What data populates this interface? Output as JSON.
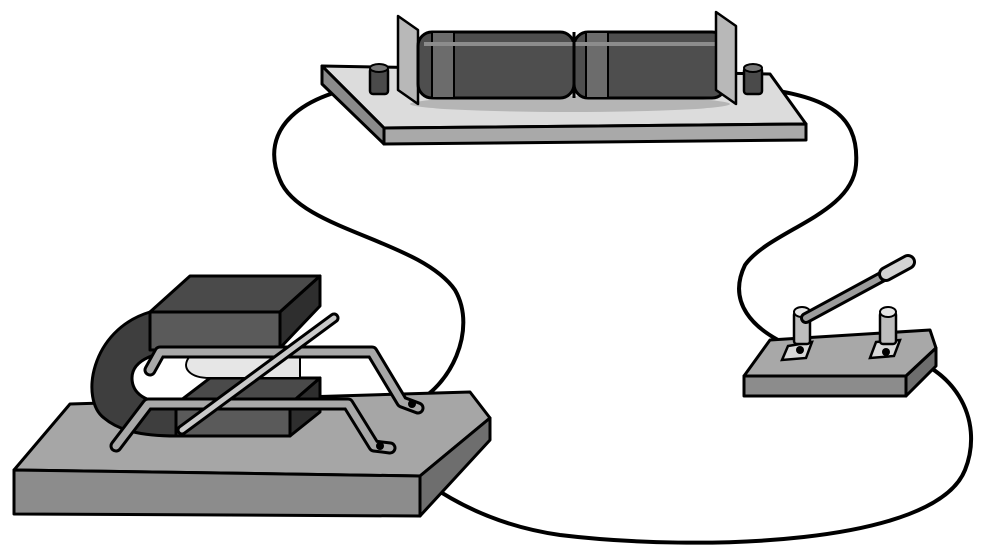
{
  "diagram": {
    "components": [
      {
        "name": "battery-holder",
        "icon": "battery-icon"
      },
      {
        "name": "horseshoe-magnet",
        "icon": "magnet-icon"
      },
      {
        "name": "metal-rod",
        "icon": "rod-icon"
      },
      {
        "name": "rails",
        "icon": "rail-icon"
      },
      {
        "name": "knife-switch",
        "icon": "switch-icon"
      },
      {
        "name": "connecting-wires",
        "icon": "wire-icon"
      }
    ],
    "colors": {
      "outline": "#000000",
      "board_light": "#d0d0d0",
      "board_mid": "#9a9a9a",
      "board_dark": "#777777",
      "battery_dark": "#4a4a4a",
      "magnet_dark": "#3a3a3a",
      "background": "#ffffff"
    }
  }
}
